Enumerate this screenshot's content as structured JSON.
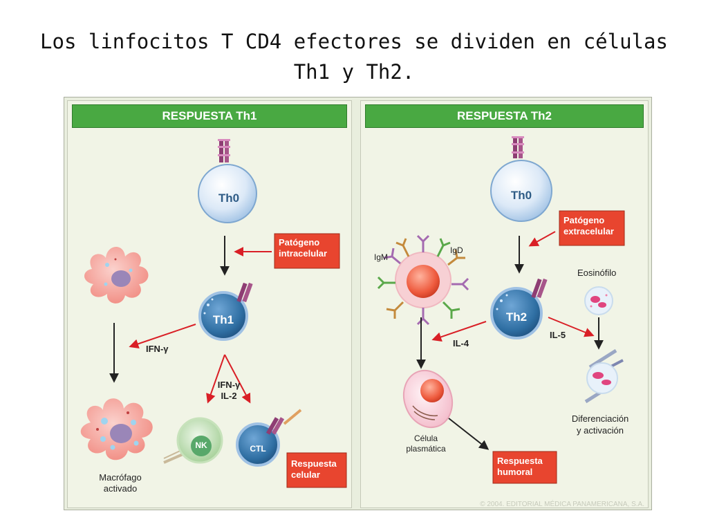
{
  "title": "Los linfocitos T CD4 efectores se dividen en células Th1 y Th2.",
  "panels": {
    "th1": {
      "header": "RESPUESTA Th1",
      "th0": "Th0",
      "pathogen": [
        "Patógeno",
        "intracelular"
      ],
      "th1": "Th1",
      "ifn": "IFN-γ",
      "ifn_il2": [
        "IFN-γ",
        "IL-2"
      ],
      "nk": "NK",
      "ctl": "CTL",
      "macrophage": [
        "Macrófago",
        "activado"
      ],
      "response": [
        "Respuesta",
        "celular"
      ]
    },
    "th2": {
      "header": "RESPUESTA Th2",
      "th0": "Th0",
      "pathogen": [
        "Patógeno",
        "extracelular"
      ],
      "th2": "Th2",
      "igm": "IgM",
      "igd": "IgD",
      "il4": "IL-4",
      "il5": "IL-5",
      "eosinophil": "Eosinófilo",
      "plasma_cell": [
        "Célula",
        "plasmática"
      ],
      "response": [
        "Respuesta",
        "humoral"
      ],
      "differentiation": [
        "Diferenciación",
        "y activación"
      ]
    }
  },
  "copyright": "© 2004. EDITORIAL MÉDICA PANAMERICANA, S.A.",
  "colors": {
    "header_green": "#49a942",
    "box_red": "#e8452f",
    "arrow_red": "#d91f26",
    "th1_cell": "#2f6fa3",
    "th0_cell": "#c9def2",
    "macrophage": "#f0867c"
  }
}
